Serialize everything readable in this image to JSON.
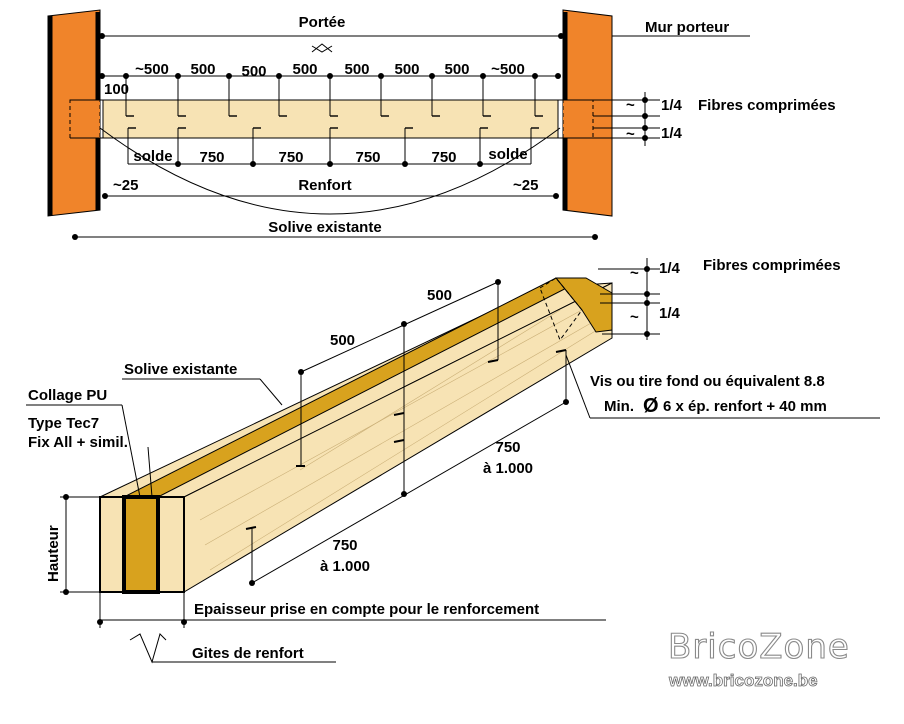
{
  "top_view": {
    "span_label": "Portée",
    "wall_label": "Mur porteur",
    "compressed_fibres_label": "Fibres comprimées",
    "quarter_top": "1/4",
    "quarter_bottom": "1/4",
    "approx_symbol": "~",
    "end_offset": "100",
    "screw_spacings": [
      "~500",
      "500",
      "500",
      "500",
      "500",
      "500",
      "500",
      "~500"
    ],
    "bottom_spacings": [
      "solde",
      "750",
      "750",
      "750",
      "750",
      "solde"
    ],
    "edge_left": "~25",
    "edge_right": "~25",
    "reinforcement_label": "Renfort",
    "existing_joist_label": "Solive existante"
  },
  "iso_view": {
    "compressed_fibres_label": "Fibres comprimées",
    "quarter_top": "1/4",
    "quarter_bottom": "1/4",
    "approx_symbol": "~",
    "spacing_top_1": "500",
    "spacing_top_2": "500",
    "existing_joist_label": "Solive existante",
    "glue_label": "Collage PU",
    "glue_type_line1": "Type Tec7",
    "glue_type_line2": "Fix All + simil.",
    "screw_label_line1": "Vis ou tire fond ou équivalent 8.8",
    "screw_label_line2_prefix": "Min.",
    "diameter_symbol": "Ø",
    "screw_label_line2_suffix": "6 x ép. renfort + 40 mm",
    "spacing_bottom_1_value": "750",
    "spacing_bottom_1_range": "à 1.000",
    "spacing_bottom_2_value": "750",
    "spacing_bottom_2_range": "à 1.000",
    "height_label": "Hauteur",
    "thickness_label": "Epaisseur prise en compte pour le renforcement",
    "joist_reinforcement_label": "Gites de renfort"
  },
  "watermark": {
    "title": "BricoZone",
    "url": "www.bricozone.be"
  },
  "colors": {
    "wall": "#f0842a",
    "wood_light": "#f7e3b4",
    "wood_dark": "#d8a21e",
    "line": "#000000"
  }
}
